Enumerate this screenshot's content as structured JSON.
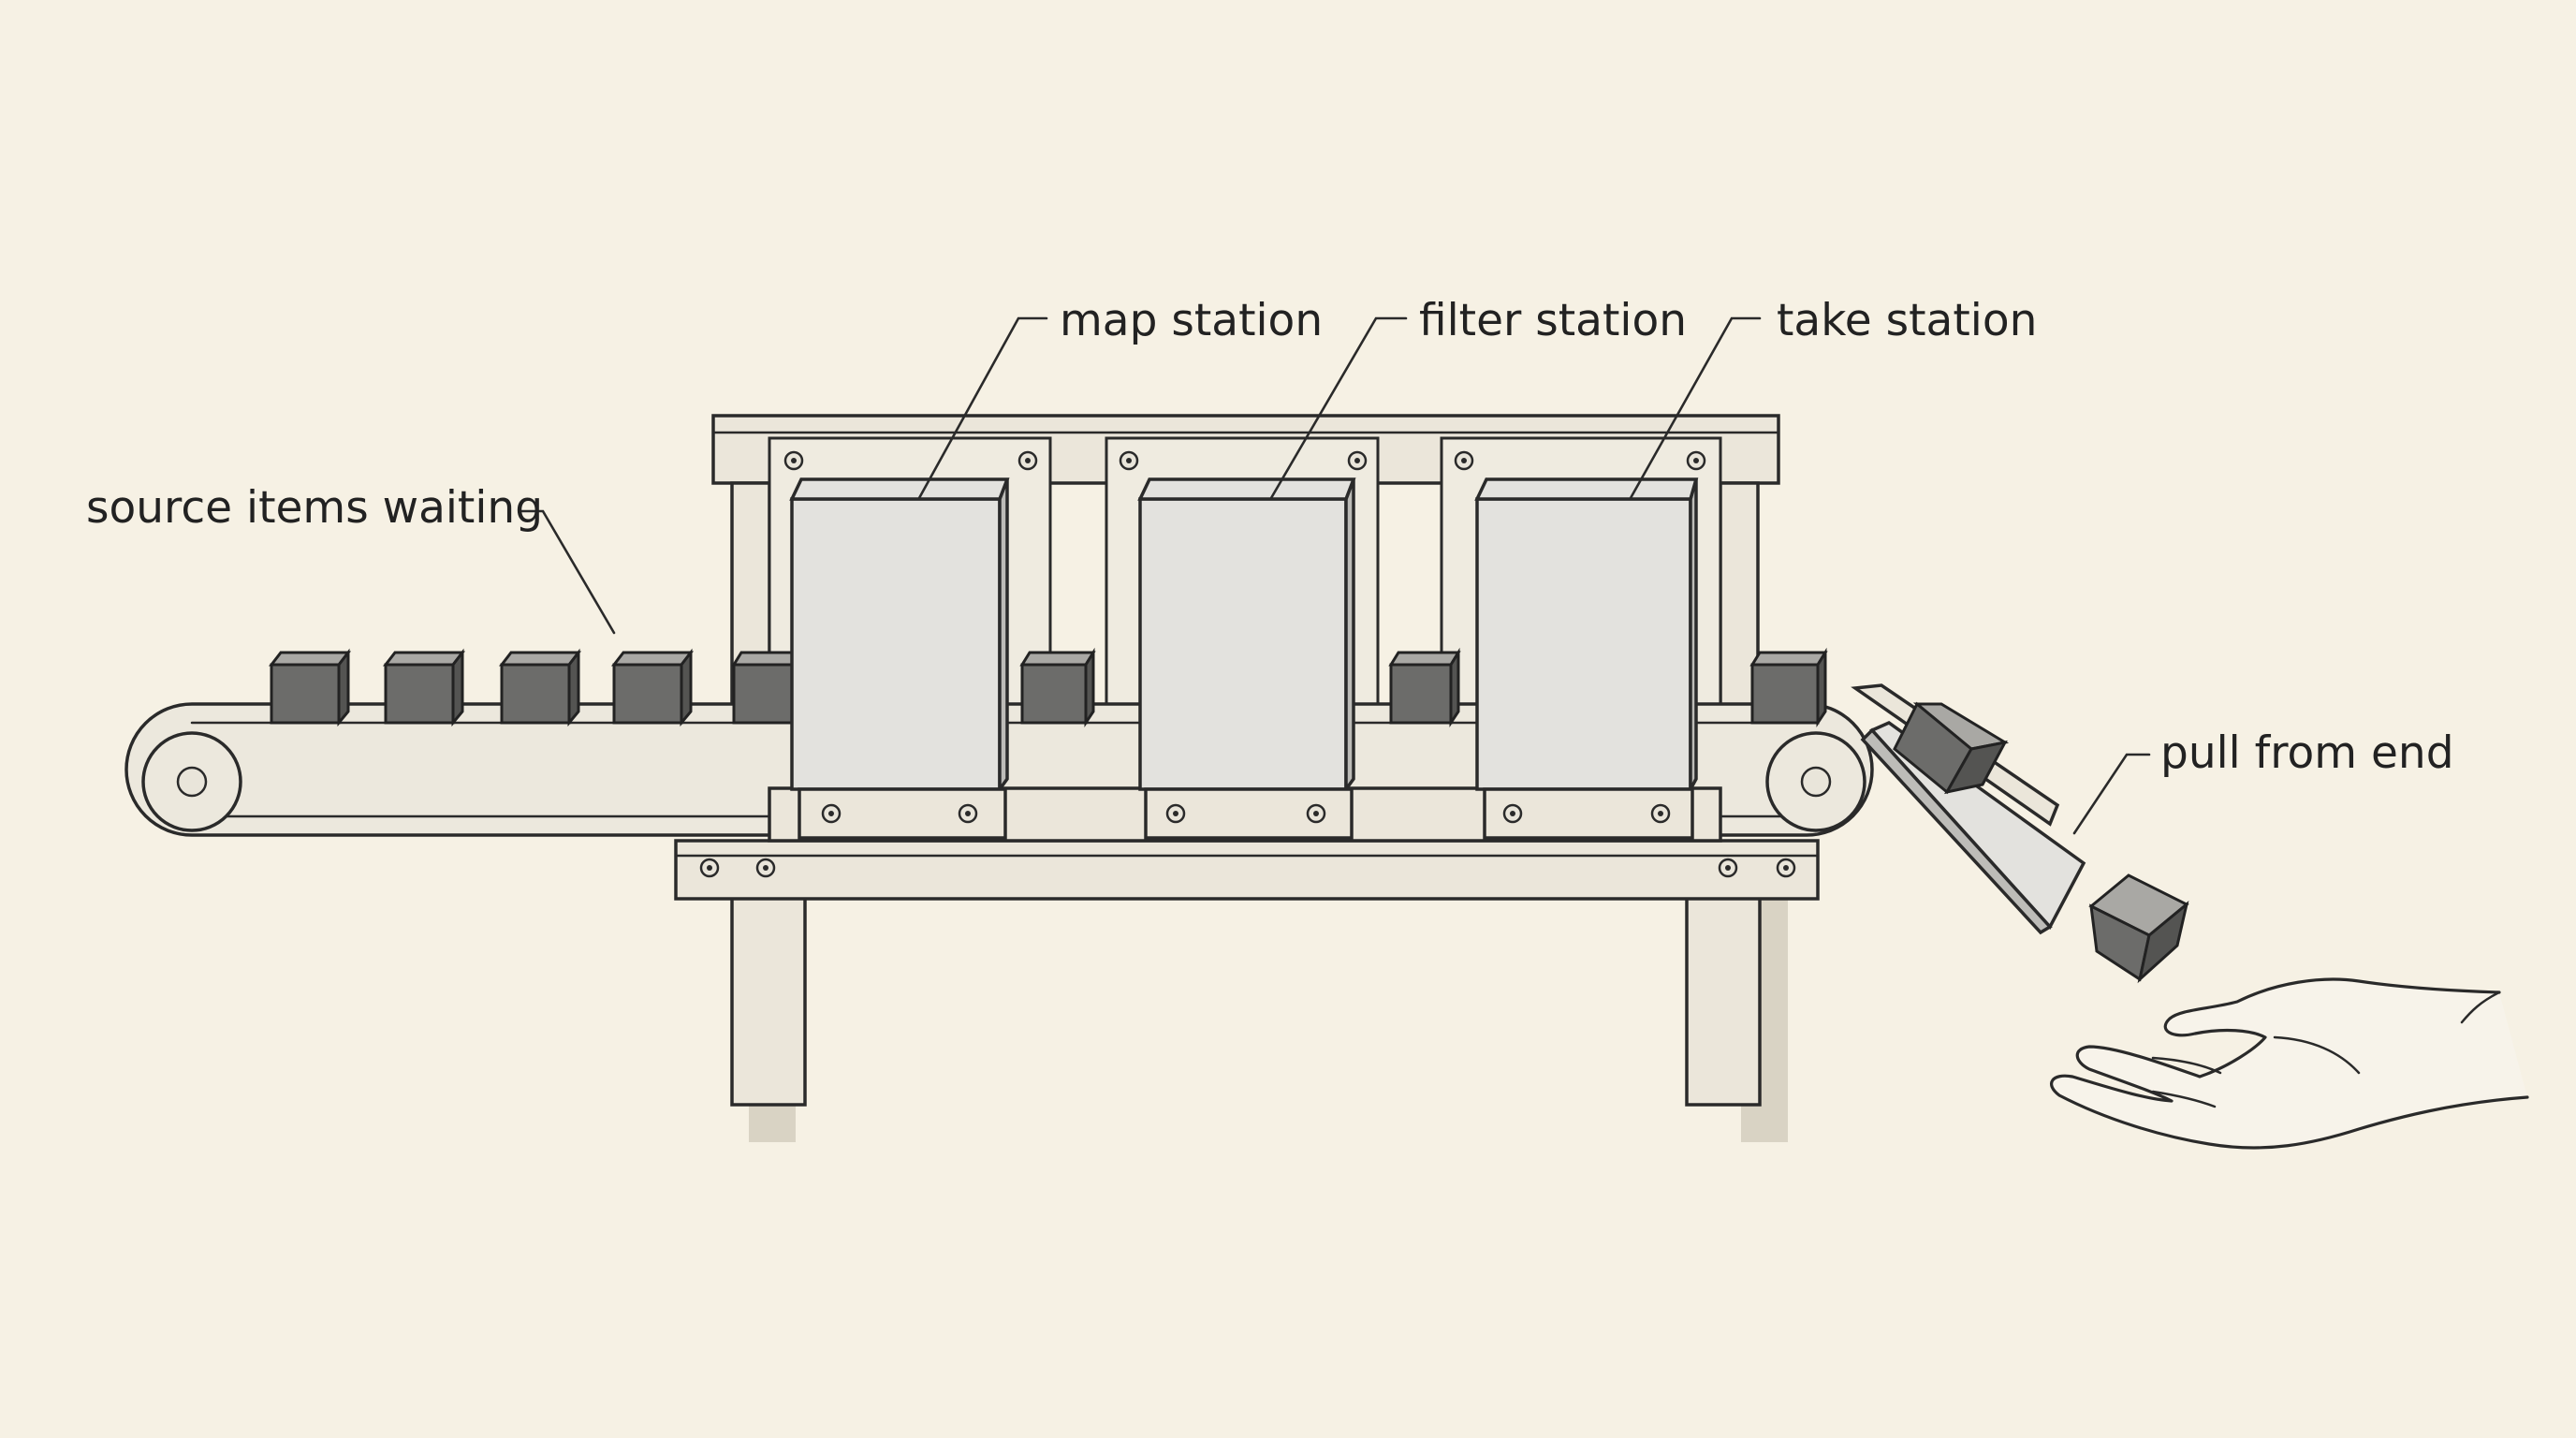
{
  "labels": {
    "source": "source items waiting",
    "map": "map station",
    "filter": "filter station",
    "take": "take station",
    "pull": "pull from end"
  },
  "colors": {
    "background": "#f6f1e4",
    "ink": "#2a2a2a",
    "station": "#e3e2de",
    "item": "#6c6c6a"
  }
}
